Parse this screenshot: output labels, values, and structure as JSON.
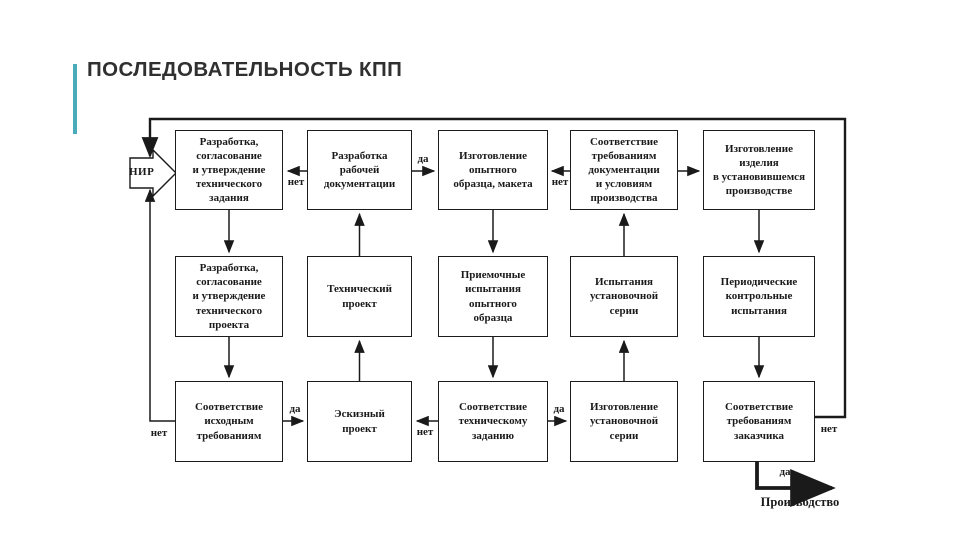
{
  "title": "ПОСЛЕДОВАТЕЛЬНОСТЬ КПП",
  "colors": {
    "accent": "#4aacb8",
    "line": "#1a1a1a"
  },
  "diagram": {
    "input_label": "НИР",
    "output_label": "Производство",
    "yes": "да",
    "no": "нет",
    "boxes": {
      "r1c1": "Разработка,\nсогласование\nи утверждение\nтехнического\nзадания",
      "r1c2": "Разработка\nрабочей\nдокументации",
      "r1c3": "Изготовление\nопытного\nобразца, макета",
      "r1c4": "Соответствие\nтребованиям\nдокументации\nи условиям\nпроизводства",
      "r1c5": "Изготовление\nизделия\nв установившемся\nпроизводстве",
      "r2c1": "Разработка,\nсогласование\nи утверждение\nтехнического\nпроекта",
      "r2c2": "Технический\nпроект",
      "r2c3": "Приемочные\nиспытания\nопытного\nобразца",
      "r2c4": "Испытания\nустановочной\nсерии",
      "r2c5": "Периодические\nконтрольные\nиспытания",
      "r3c1": "Соответствие\nисходным\nтребованиям",
      "r3c2": "Эскизный\nпроект",
      "r3c3": "Соответствие\nтехническому\nзаданию",
      "r3c4": "Изготовление\nустановочной\nсерии",
      "r3c5": "Соответствие\nтребованиям\nзаказчика"
    }
  }
}
